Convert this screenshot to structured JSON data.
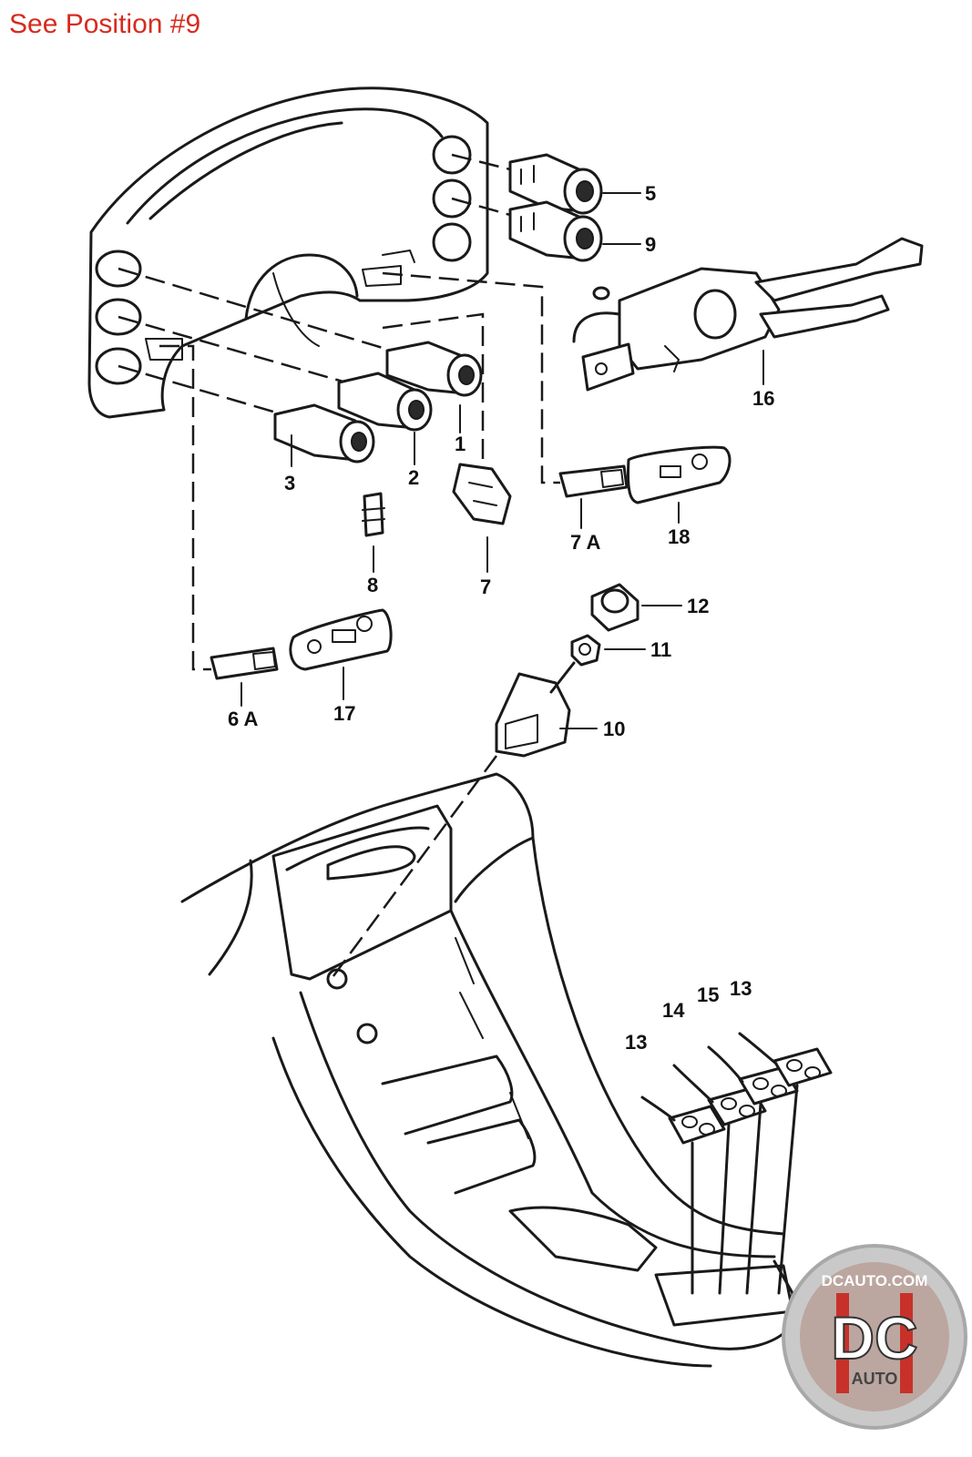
{
  "header": {
    "text": "See Position #9"
  },
  "logo": {
    "domain": "DCAUTO.COM",
    "letters": "DC",
    "word": "AUTO"
  },
  "callouts": [
    {
      "id": "c5",
      "label": "5"
    },
    {
      "id": "c9",
      "label": "9"
    },
    {
      "id": "c16",
      "label": "16"
    },
    {
      "id": "c1",
      "label": "1"
    },
    {
      "id": "c2",
      "label": "2"
    },
    {
      "id": "c3",
      "label": "3"
    },
    {
      "id": "c8",
      "label": "8"
    },
    {
      "id": "c7",
      "label": "7"
    },
    {
      "id": "c7a",
      "label": "7 A"
    },
    {
      "id": "c18",
      "label": "18"
    },
    {
      "id": "c12",
      "label": "12"
    },
    {
      "id": "c11",
      "label": "11"
    },
    {
      "id": "c10",
      "label": "10"
    },
    {
      "id": "c6a",
      "label": "6 A"
    },
    {
      "id": "c17",
      "label": "17"
    },
    {
      "id": "c13a",
      "label": "13"
    },
    {
      "id": "c14",
      "label": "14"
    },
    {
      "id": "c15",
      "label": "15"
    },
    {
      "id": "c13b",
      "label": "13"
    }
  ],
  "colors": {
    "header": "#d62b1f",
    "line": "#1a1a1a",
    "logo_ring": "#b8b8b8",
    "logo_red": "#c8312a"
  }
}
